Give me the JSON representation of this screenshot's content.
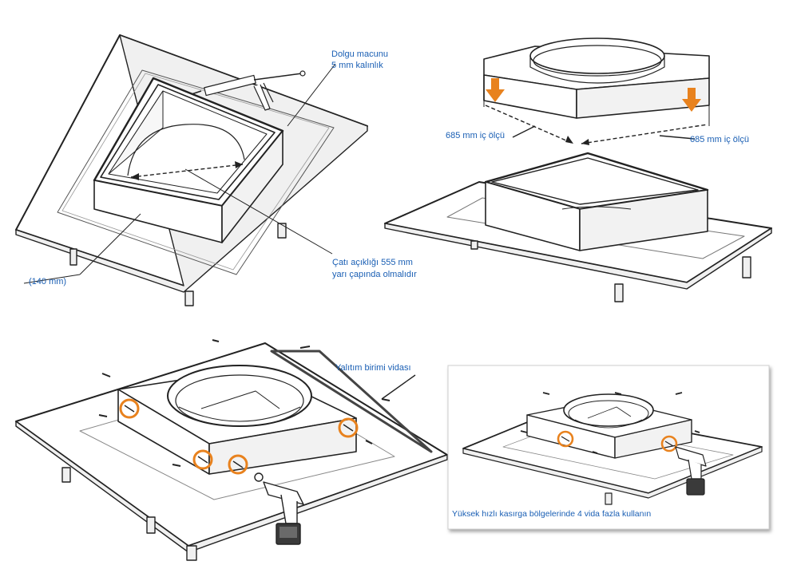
{
  "colors": {
    "label": "#1a5fb4",
    "accent": "#e8821e",
    "line": "#222222"
  },
  "labels": {
    "sealant": "Dolgu macunu",
    "sealant_thickness": "5 mm kalınlık",
    "roof_opening_1": "Çatı açıklığı 555 mm",
    "roof_opening_2": "yarı çapında olmalıdır",
    "curb_height": "(140 mm)",
    "inner_dim_left": "685 mm iç ölçü",
    "inner_dim_right": "685 mm iç ölçü",
    "insulation_screw": "Yalıtım birimi vidası",
    "hurricane_note": "Yüksek hızlı kasırga bölgelerinde 4 vida fazla kullanın"
  },
  "icons": [
    "caulk-gun-icon",
    "drill-icon",
    "down-arrow-icon",
    "screw-icon",
    "screw-highlight-circle-icon"
  ]
}
